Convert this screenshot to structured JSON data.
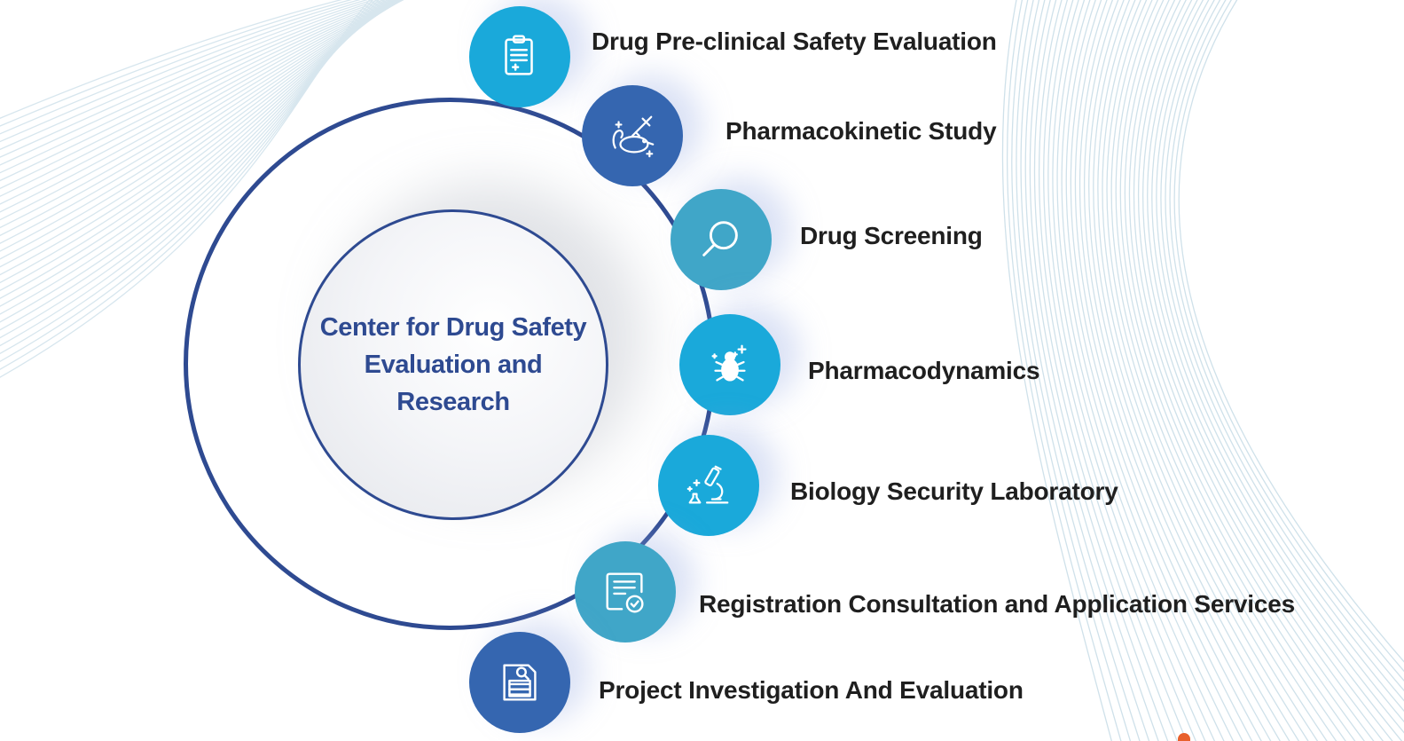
{
  "center": {
    "title_line1": "Center for Drug Safety",
    "title_line2": "Evaluation and Research"
  },
  "colors": {
    "ring": "#2e4a91",
    "icon_cyan": "#1aa9da",
    "icon_blue": "#3566b0",
    "icon_teal": "#40a6c8",
    "label": "#1f1f1f"
  },
  "items": [
    {
      "label": "Drug Pre-clinical Safety Evaluation",
      "icon": "clipboard-icon",
      "color": "#1aa9da"
    },
    {
      "label": "Pharmacokinetic Study",
      "icon": "mouse-syringe-icon",
      "color": "#3566b0"
    },
    {
      "label": "Drug Screening",
      "icon": "magnifier-icon",
      "color": "#40a6c8"
    },
    {
      "label": "Pharmacodynamics",
      "icon": "bug-icon",
      "color": "#1aa9da"
    },
    {
      "label": "Biology Security Laboratory",
      "icon": "microscope-icon",
      "color": "#1aa9da"
    },
    {
      "label": "Registration Consultation and Application Services",
      "icon": "certificate-icon",
      "color": "#40a6c8"
    },
    {
      "label": "Project Investigation And Evaluation",
      "icon": "document-search-icon",
      "color": "#3566b0"
    }
  ]
}
